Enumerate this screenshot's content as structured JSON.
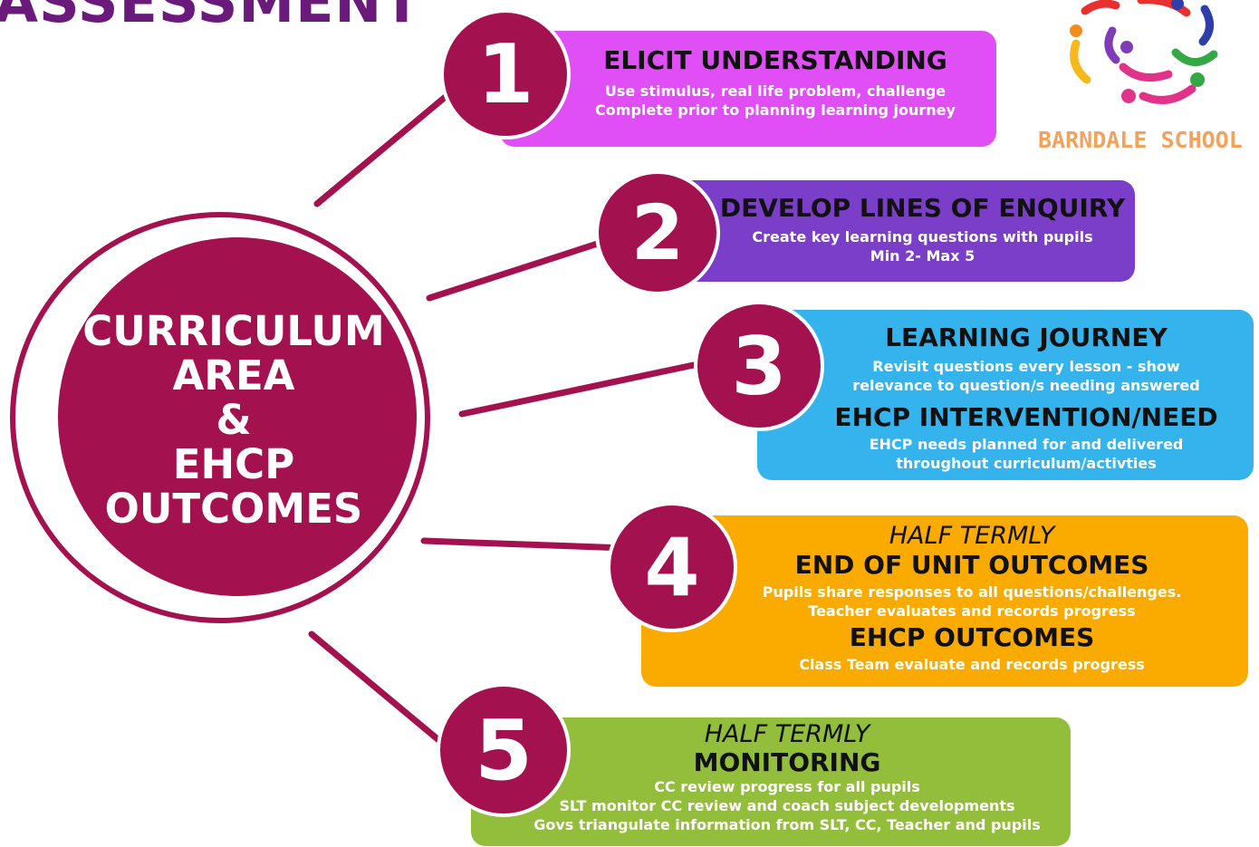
{
  "title": "ASSESSMENT",
  "hub": {
    "lines": [
      "CURRICULUM",
      "AREA",
      "&",
      "EHCP",
      "OUTCOMES"
    ]
  },
  "logo": {
    "text": "BARNDALE SCHOOL",
    "colors": [
      "#e8312f",
      "#2f3ea8",
      "#f6b81a",
      "#7f3bb8",
      "#e0338a",
      "#35a845",
      "#f28c1e"
    ]
  },
  "colors": {
    "hub": "#a3114f",
    "step1": "#df4ff5",
    "step2": "#7a3ec8",
    "step3": "#35b3ec",
    "step4": "#fbab00",
    "step5": "#93be3b"
  },
  "steps": [
    {
      "number": "1",
      "heading": "ELICIT UNDERSTANDING",
      "lines": [
        "Use stimulus, real life problem, challenge",
        "Complete prior to planning learning journey"
      ]
    },
    {
      "number": "2",
      "heading": "DEVELOP LINES OF ENQUIRY",
      "lines": [
        "Create key learning questions with pupils",
        "Min 2-  Max 5"
      ]
    },
    {
      "number": "3",
      "heading": "LEARNING JOURNEY",
      "lines": [
        "Revisit questions every lesson - show",
        "relevance to question/s needing answered"
      ],
      "heading2": "EHCP INTERVENTION/NEED",
      "lines2": [
        "EHCP needs planned for and delivered",
        "throughout curriculum/activties"
      ]
    },
    {
      "number": "4",
      "eyebrow": "HALF TERMLY",
      "heading": "END OF UNIT OUTCOMES",
      "lines": [
        "Pupils share responses to all questions/challenges.",
        "Teacher evaluates and records progress"
      ],
      "heading2": "EHCP OUTCOMES",
      "lines2": [
        "Class Team evaluate and records progress"
      ]
    },
    {
      "number": "5",
      "eyebrow": "HALF TERMLY",
      "heading": "MONITORING",
      "lines": [
        "CC review progress for all pupils",
        "SLT monitor CC review and coach subject developments",
        "Govs triangulate information from SLT, CC, Teacher and pupils"
      ]
    }
  ]
}
